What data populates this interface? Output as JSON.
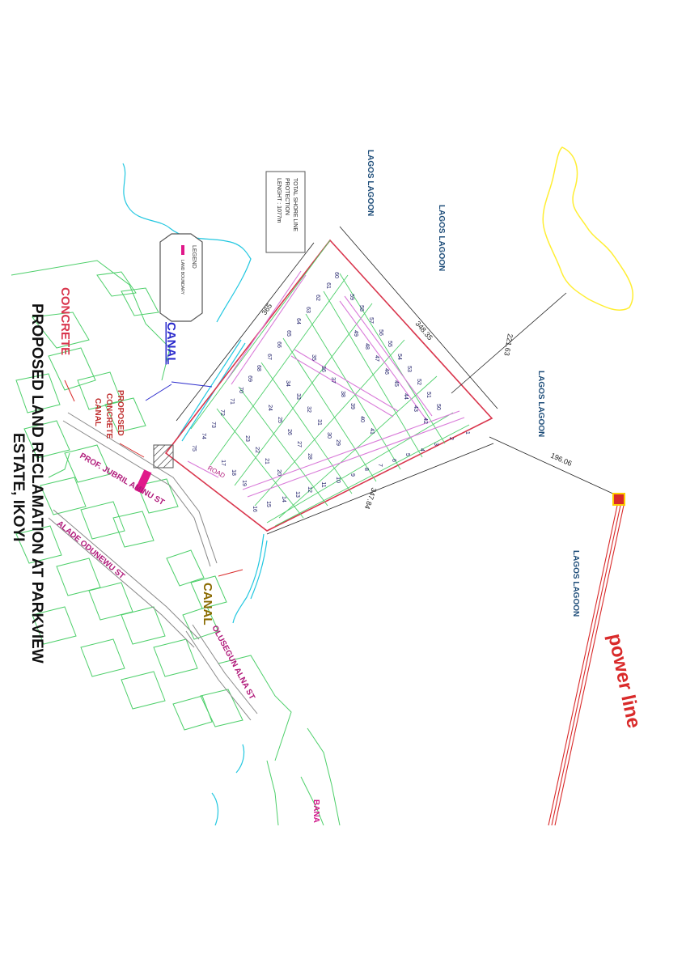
{
  "title": {
    "line1": "PROPOSED LAND RECLAMATION AT PARKVIEW",
    "line2": "ESTATE, IKOYI"
  },
  "water_labels": [
    "LAGOS LAGOON",
    "LAGOS LAGOON",
    "LAGOS LAGOON",
    "LAGOS LAGOON"
  ],
  "shore_note": {
    "line1": "TOTAL SHORE LINE",
    "line2": "PROTECTION",
    "line3": "LENGHT : 1077m"
  },
  "legend": {
    "title": "LEGEND",
    "item": "LAND BOUNDARY"
  },
  "canal_labels": {
    "canal_top": "CANAL",
    "concrete": "CONCRETE",
    "proposed_concrete_canal": [
      "PROPOSED",
      "CONCRETE",
      "CANAL"
    ],
    "canal_bottom": "CANAL"
  },
  "streets": {
    "jubril": "PROF. JUBRIL AMINU ST",
    "alade": "ALADE ODUNEWU ST",
    "olusegun": "OLUSEGUN ALNA ST",
    "road": "ROAD",
    "bana": "BANA"
  },
  "dimensions": {
    "top_edge": "348.35",
    "left_edge": "365",
    "bottom_edge": "347.84",
    "diag": "221.63",
    "to_pylon": "196.06"
  },
  "power_line_label": "power line",
  "plots": [
    "1",
    "2",
    "3",
    "4",
    "5",
    "6",
    "7",
    "8",
    "9",
    "10",
    "11",
    "12",
    "13",
    "14",
    "15",
    "16",
    "17",
    "18",
    "19",
    "20",
    "21",
    "22",
    "23",
    "24",
    "25",
    "26",
    "27",
    "28",
    "29",
    "30",
    "31",
    "32",
    "33",
    "34",
    "35",
    "36",
    "37",
    "38",
    "39",
    "40",
    "41",
    "42",
    "43",
    "44",
    "45",
    "46",
    "47",
    "48",
    "49",
    "50",
    "51",
    "52",
    "53",
    "54",
    "55",
    "56",
    "57",
    "58",
    "59",
    "60",
    "61",
    "62",
    "63",
    "64",
    "65",
    "66",
    "67",
    "68",
    "69",
    "70",
    "71",
    "72",
    "73",
    "74",
    "75"
  ],
  "colors": {
    "plot_line": "#4dcf6a",
    "boundary": "#d9364d",
    "road": "#d97ad9",
    "water_label": "#1f4e7a",
    "power": "#d92a2a",
    "canal": "#22c7e0",
    "lake": "#ffee33",
    "title": "#111111"
  }
}
